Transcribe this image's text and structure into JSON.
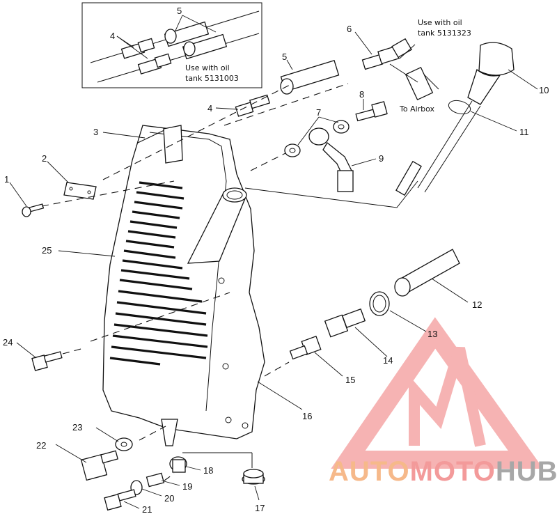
{
  "notes": {
    "inset_line1": "Use with oil",
    "inset_line2": "tank 5131003",
    "top_line1": "Use with oil",
    "top_line2": "tank 5131323",
    "airbox": "To Airbox"
  },
  "callouts": [
    "1",
    "2",
    "3",
    "4",
    "4",
    "5",
    "5",
    "6",
    "7",
    "8",
    "9",
    "10",
    "11",
    "12",
    "13",
    "14",
    "15",
    "16",
    "17",
    "18",
    "19",
    "20",
    "21",
    "22",
    "23",
    "24",
    "25"
  ],
  "watermark": {
    "part1": "AUTO",
    "part2": "MOTO",
    "part3": "HUB",
    "colors": {
      "auto": "#f6b98a",
      "moto": "#f39a9a",
      "hub": "#a7a7a7",
      "logo": "#f39a9a"
    }
  }
}
